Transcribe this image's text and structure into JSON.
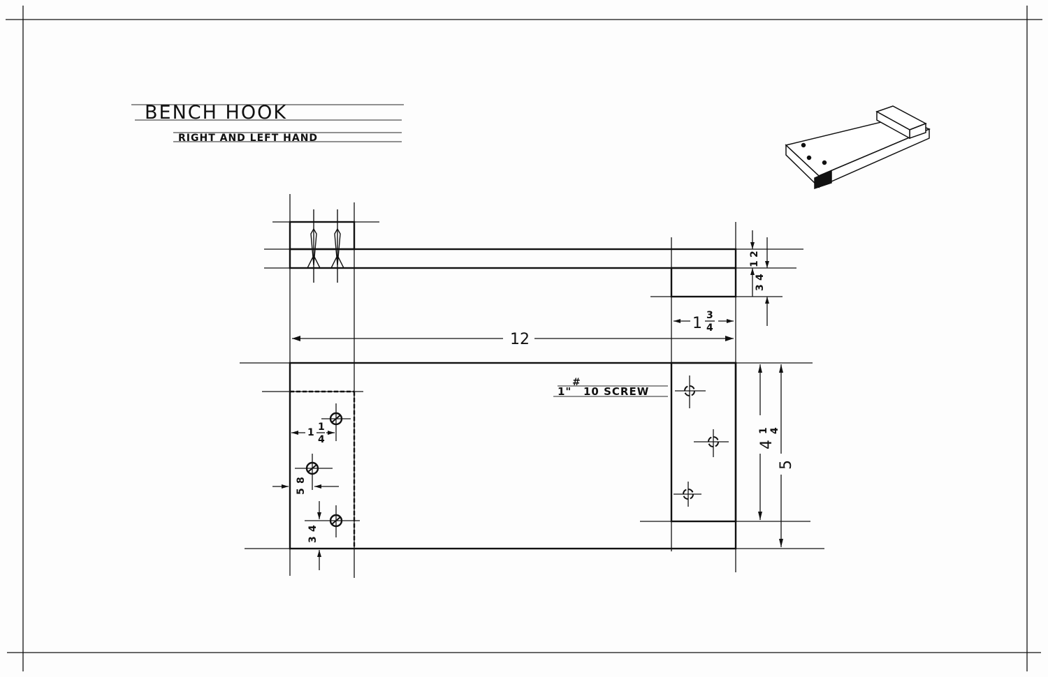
{
  "title": "BENCH HOOK",
  "subtitle": "RIGHT AND LEFT HAND",
  "dimensions": {
    "length": "12",
    "cleat_width": {
      "whole": "1",
      "num": "3",
      "den": "4"
    },
    "board_thickness": {
      "num": "1",
      "den": "2"
    },
    "cleat_thickness": {
      "num": "3",
      "den": "4"
    },
    "cleat_length": {
      "whole": "4",
      "num": "1",
      "den": "4"
    },
    "board_width": "5",
    "screw_offset_x": {
      "whole": "1",
      "num": "1",
      "den": "4"
    },
    "screw_edge_offset": {
      "num": "5",
      "den": "8"
    },
    "screw_end_offset": {
      "num": "3",
      "den": "4"
    }
  },
  "screw_note": {
    "size": "1\"",
    "number": "#",
    "label": "10 SCREW"
  }
}
